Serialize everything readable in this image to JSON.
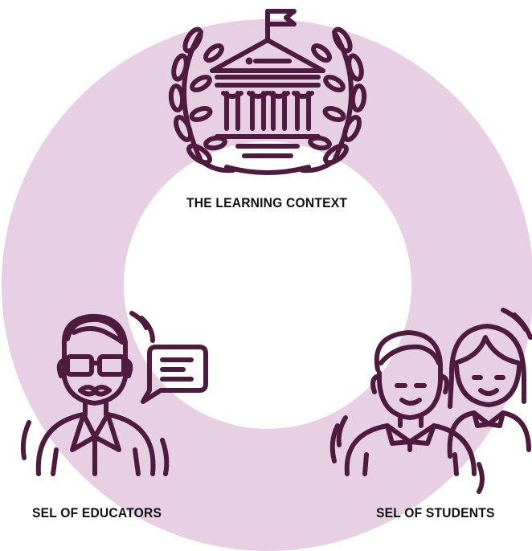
{
  "colors": {
    "ring": "#e7d0e4",
    "icon": "#4e1b3f",
    "text": "#111111",
    "background": "#ffffff"
  },
  "nodes": [
    {
      "label": "THE LEARNING CONTEXT",
      "icon": "institution-with-laurel-icon"
    },
    {
      "label": "SEL OF EDUCATORS",
      "icon": "teacher-with-speech-bubble-icon"
    },
    {
      "label": "SEL OF STUDENTS",
      "icon": "two-students-icon"
    }
  ]
}
